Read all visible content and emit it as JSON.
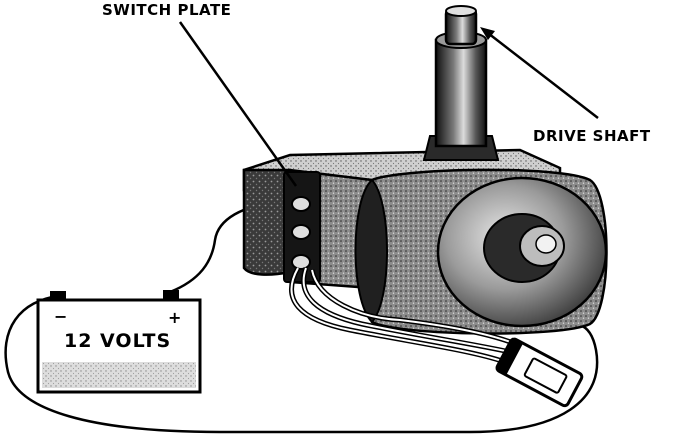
{
  "labels": {
    "switch_plate": "SWITCH PLATE",
    "drive_shaft": "DRIVE SHAFT",
    "battery_voltage": "12 VOLTS",
    "negative_sign": "−",
    "positive_sign": "+"
  }
}
